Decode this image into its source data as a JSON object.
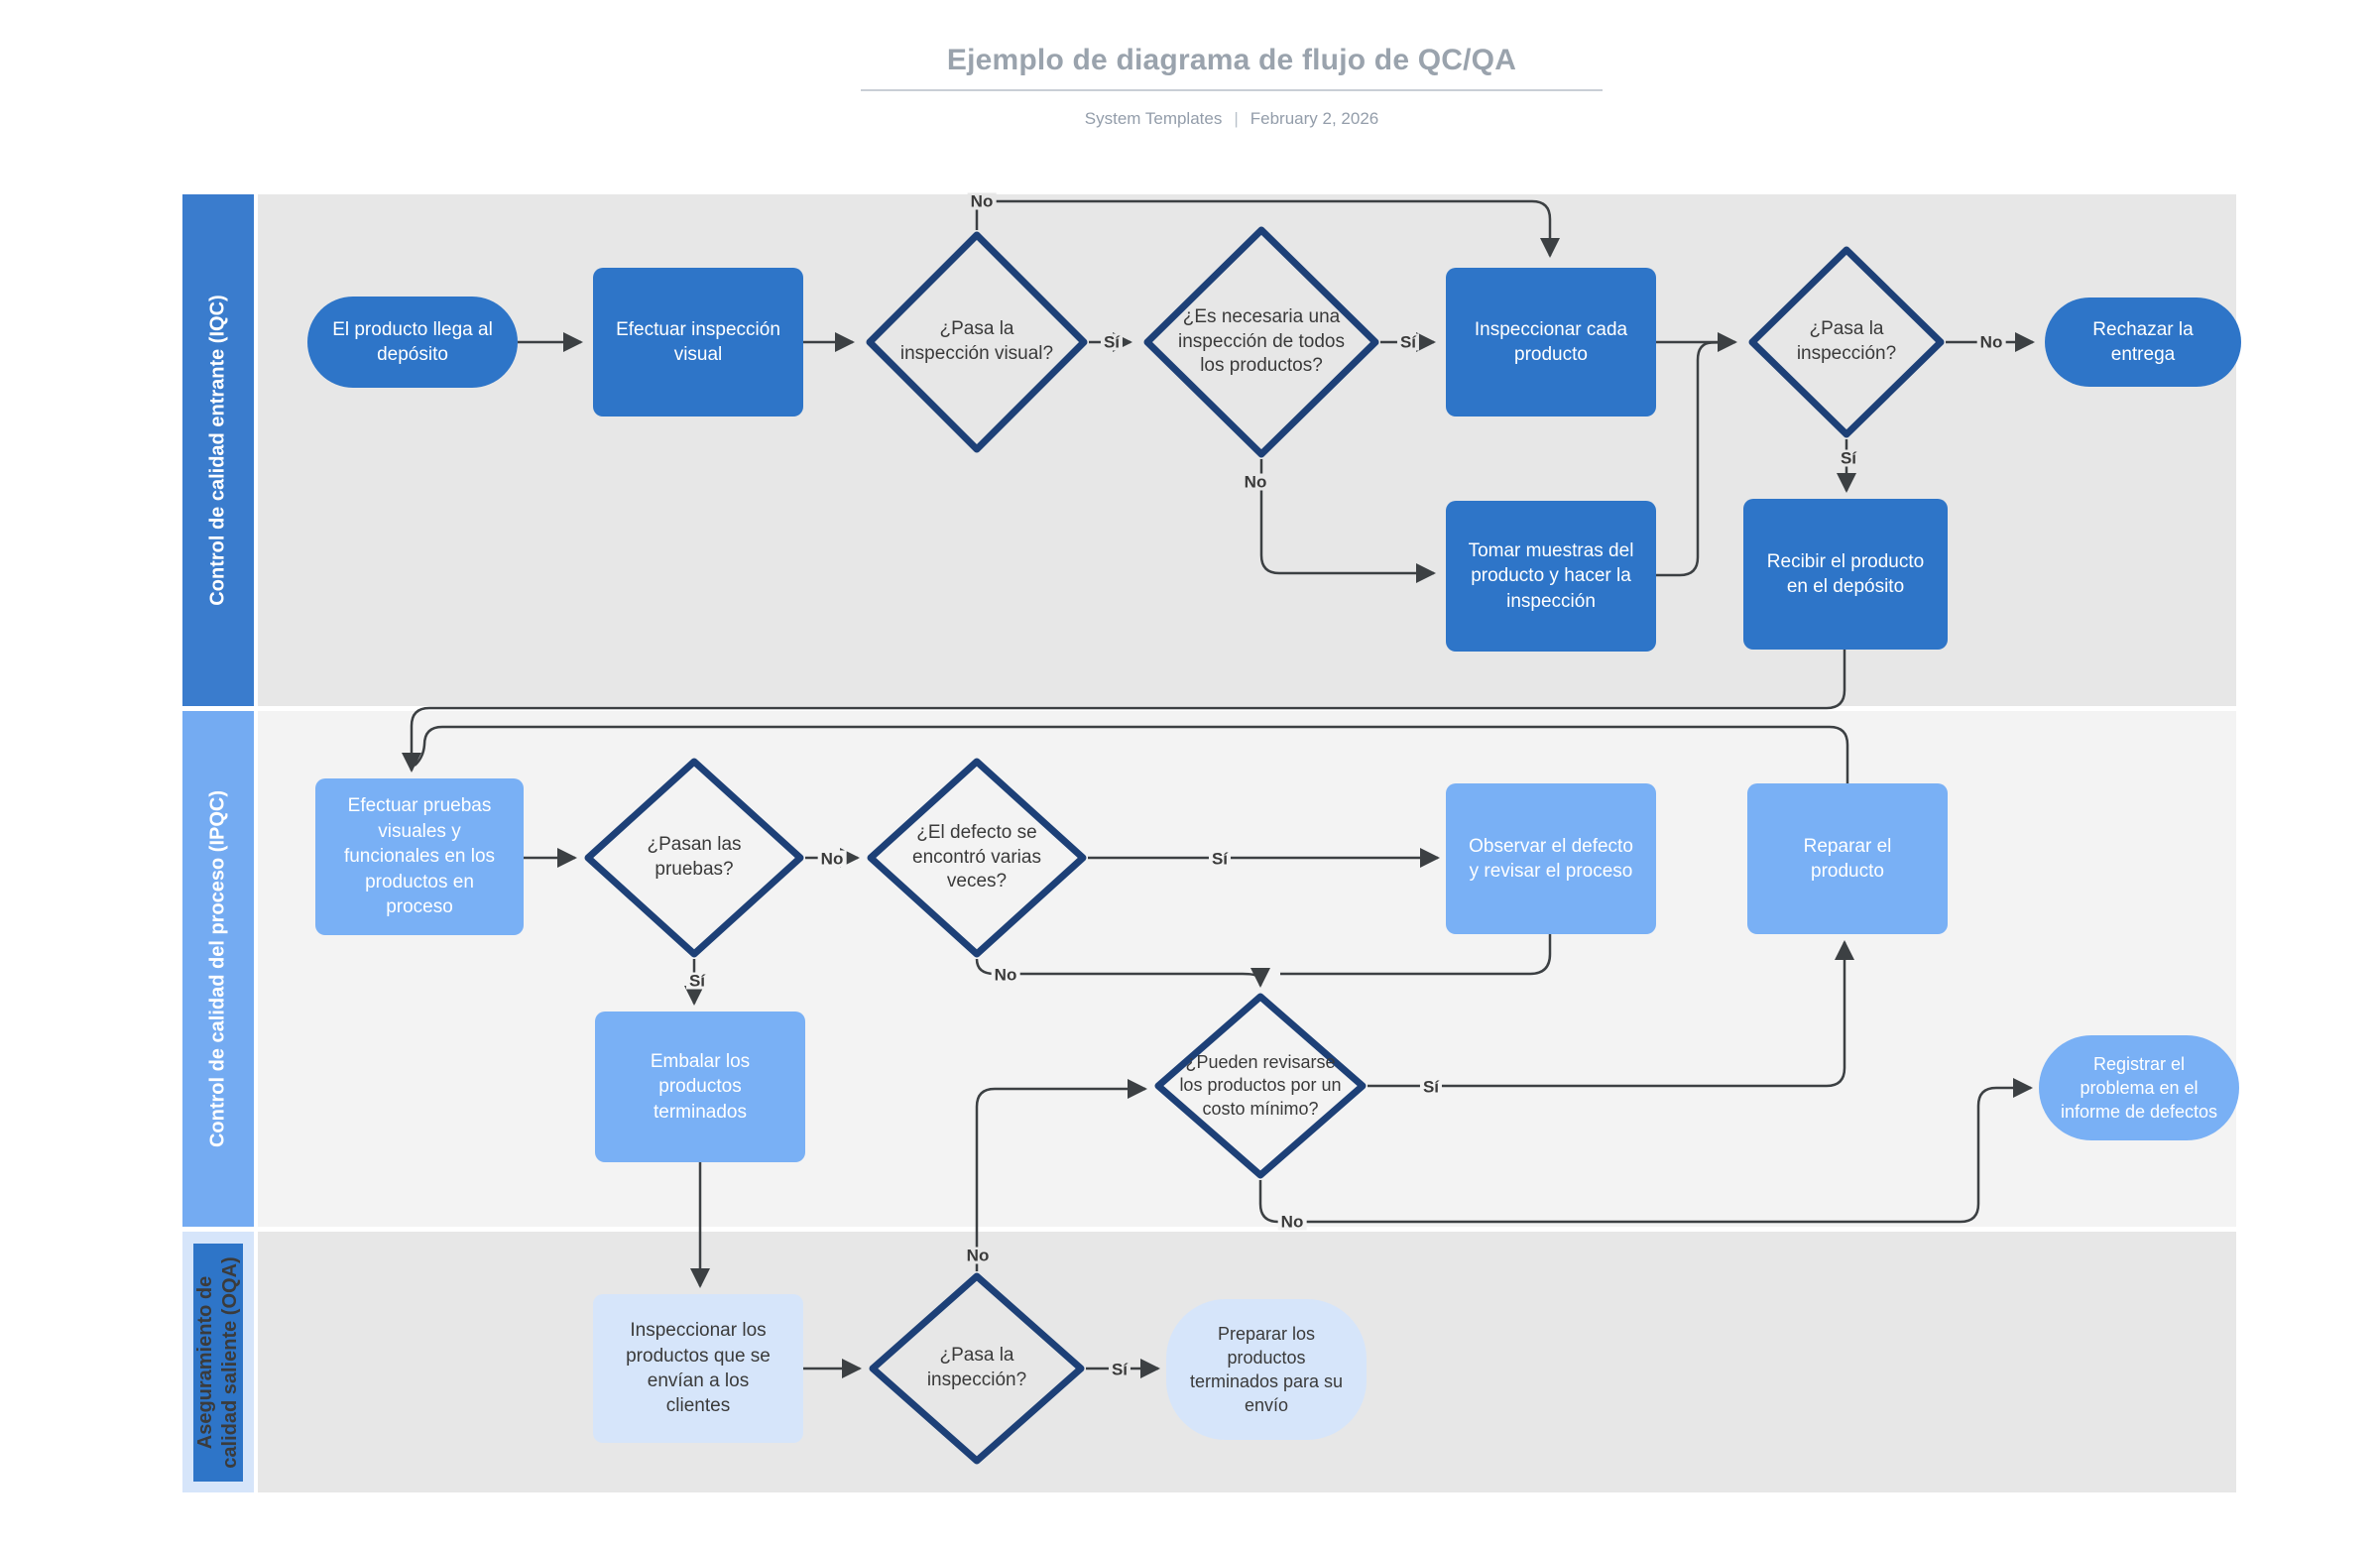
{
  "page": {
    "title": "Ejemplo de diagrama de flujo de QC/QA",
    "source": "System Templates",
    "divider": "|",
    "date": "February 2, 2026"
  },
  "labels": {
    "yes": "Sí",
    "no": "No"
  },
  "lanes": [
    {
      "label": "Control de calidad entrante (IQC)"
    },
    {
      "label": "Control de calidad del proceso (IPQC)"
    },
    {
      "label": "Aseguramiento de calidad saliente (OQA)"
    }
  ],
  "nodes": {
    "arrive": {
      "text": "El producto llega al depósito"
    },
    "visual_inspection": {
      "text": "Efectuar inspección visual"
    },
    "pass_visual": {
      "text": "¿Pasa la inspección visual?"
    },
    "need_full": {
      "text": "¿Es necesaria una inspección de todos los productos?"
    },
    "inspect_each": {
      "text": "Inspeccionar cada producto"
    },
    "pass_inspection_iqc": {
      "text": "¿Pasa la inspección?"
    },
    "reject": {
      "text": "Rechazar la entrega"
    },
    "take_samples": {
      "text": "Tomar muestras del producto y hacer la inspección"
    },
    "receive": {
      "text": "Recibir el producto en el depósito"
    },
    "run_tests": {
      "text": "Efectuar pruebas visuales y funcionales en los productos en proceso"
    },
    "pass_tests": {
      "text": "¿Pasan las pruebas?"
    },
    "defect_repeat": {
      "text": "¿El defecto se encontró varias veces?"
    },
    "observe_defect": {
      "text": "Observar el defecto y revisar el proceso"
    },
    "repair": {
      "text": "Reparar el producto"
    },
    "pack": {
      "text": "Embalar los productos terminados"
    },
    "low_cost_review": {
      "text": "¿Pueden revisarse los productos por un costo mínimo?"
    },
    "log_defect": {
      "text": "Registrar el problema en el informe de defectos"
    },
    "inspect_outgoing": {
      "text": "Inspeccionar los productos que se envían a los clientes"
    },
    "pass_inspection_oqa": {
      "text": "¿Pasa la inspección?"
    },
    "prepare_ship": {
      "text": "Preparar los productos terminados para su envío"
    }
  },
  "colors": {
    "process_dark": "#2e75c8",
    "process_light": "#79b0f5",
    "process_pale": "#d6e5fa",
    "diamond_border": "#1d4077",
    "lane1_header": "#3a7ccd",
    "lane2_header": "#74abf2",
    "lane3_header": "#d6e5fa",
    "lane_bg_outer": "#e7e7e7",
    "lane_bg_middle": "#f3f3f3",
    "connector": "#3c4043",
    "title_gray": "#9aa3ad"
  }
}
